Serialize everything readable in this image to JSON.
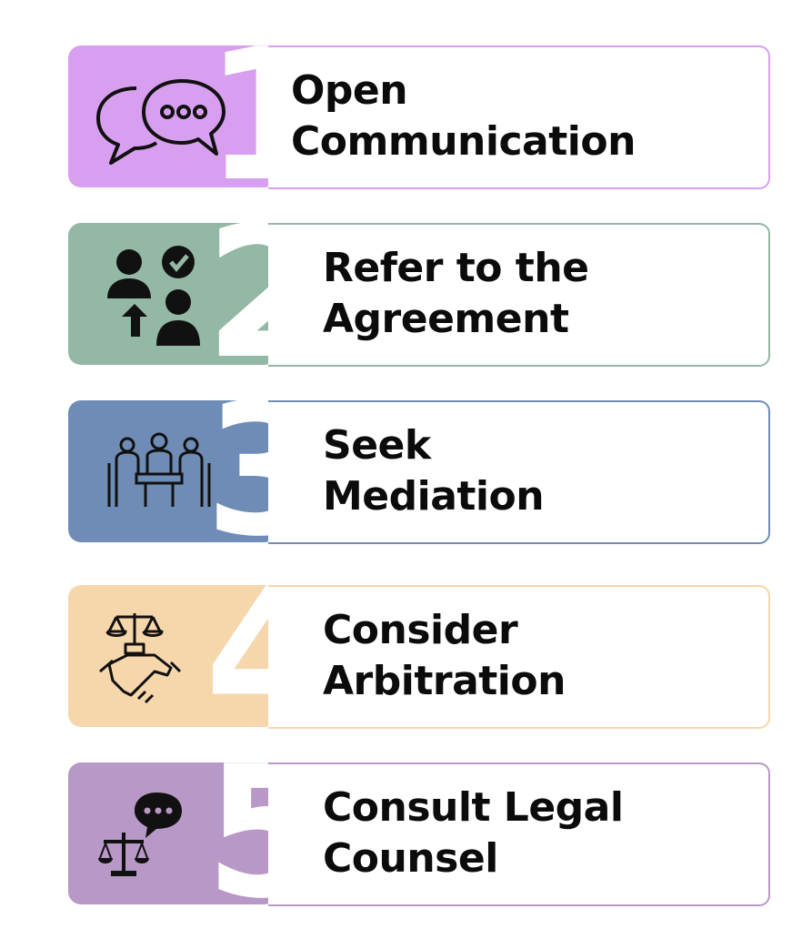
{
  "steps": [
    {
      "number": "1",
      "title_line1": "Open",
      "title_line2": "Communication",
      "icon": "speech-bubbles-icon",
      "color": "#d89ff0"
    },
    {
      "number": "2",
      "title_line1": "Refer to the",
      "title_line2": "Agreement",
      "icon": "people-check-icon",
      "color": "#93b8a5"
    },
    {
      "number": "3",
      "title_line1": "Seek",
      "title_line2": "Mediation",
      "icon": "meeting-table-icon",
      "color": "#6e8cb5"
    },
    {
      "number": "4",
      "title_line1": "Consider",
      "title_line2": "Arbitration",
      "icon": "scales-handshake-icon",
      "color": "#f6d7ac"
    },
    {
      "number": "5",
      "title_line1": "Consult Legal",
      "title_line2": "Counsel",
      "icon": "scales-speech-icon",
      "color": "#b898c6"
    }
  ]
}
